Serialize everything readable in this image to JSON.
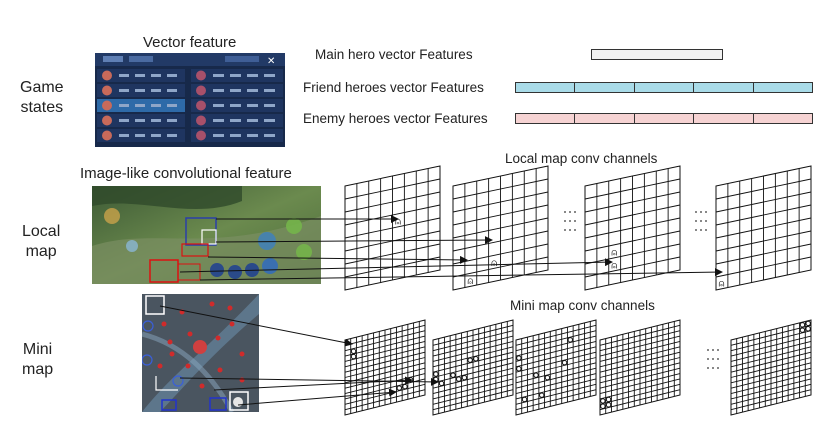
{
  "titles": {
    "vector_feature": "Vector feature",
    "image_like": "Image-like convolutional feature",
    "local_channels": "Local map conv channels",
    "mini_channels": "Mini map conv channels"
  },
  "rows": {
    "game_states": [
      "Game",
      "states"
    ],
    "local_map": [
      "Local",
      "map"
    ],
    "mini_map": [
      "Mini",
      "map"
    ]
  },
  "vectors": [
    {
      "label": "Main hero vector Features",
      "color": "#f2f2f2",
      "segments": 1
    },
    {
      "label": "Friend heroes vector Features",
      "color": "#a9dbe8",
      "segments": 5
    },
    {
      "label": "Enemy heroes vector Features",
      "color": "#f6d3d3",
      "segments": 5
    }
  ],
  "colors": {
    "friend": "#a9dbe8",
    "enemy": "#f6d3d3",
    "main": "#f2f2f2",
    "grid": "#111111"
  },
  "local_grids": {
    "count": 4,
    "cells": 8
  },
  "mini_grids": {
    "count": 5,
    "cells": 14
  },
  "ellipsis_glyph": "⋮⋮⋮"
}
